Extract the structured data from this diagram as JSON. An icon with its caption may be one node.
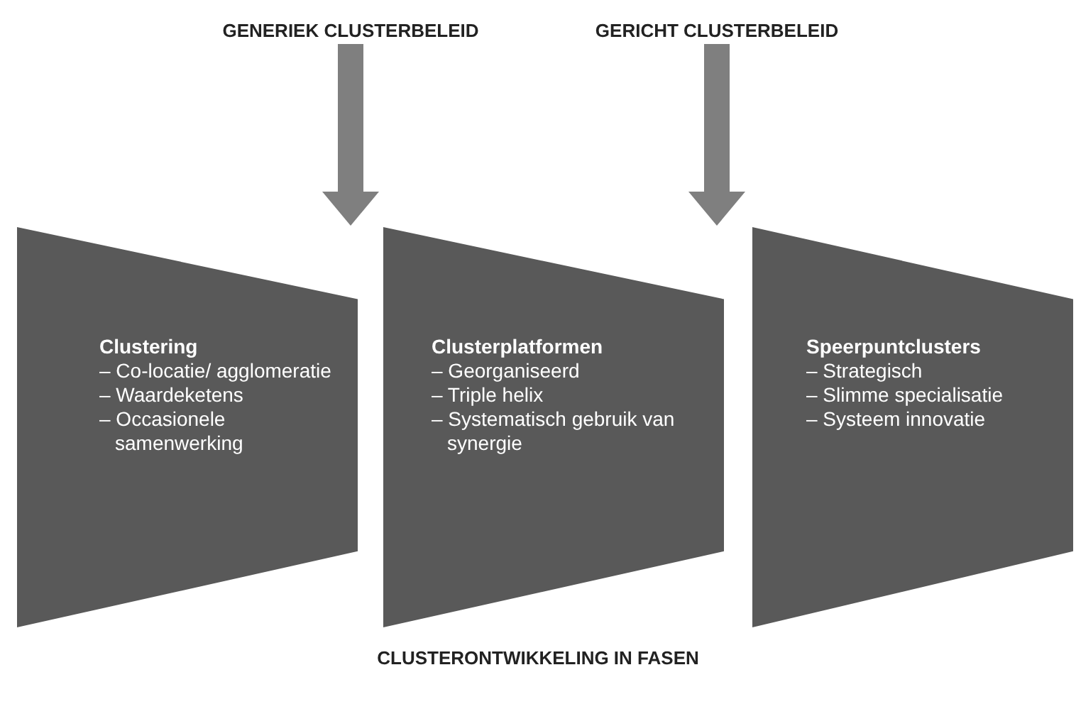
{
  "diagram": {
    "caption": "CLUSTERONTWIKKELING IN FASEN",
    "nodes": [
      {
        "text": [
          "GENERIEK CLUSTERBELEID"
        ]
      },
      {
        "text": [
          "GERICHT CLUSTERBELEID"
        ]
      },
      {
        "text": [
          "Clustering",
          "– Co-locatie/ agglomeratie",
          "– Waardeketens",
          "– Occasionele samenwerking"
        ]
      },
      {
        "text": [
          "Clusterplatformen",
          "– Georganiseerd",
          "– Triple helix",
          "– Systematisch gebruik van synergie"
        ]
      },
      {
        "text": [
          "Speerpuntclusters",
          "– Strategisch",
          "– Slimme specialisatie",
          "– Systeem innovatie"
        ]
      }
    ],
    "edges": [
      {
        "from": 0,
        "to": 2,
        "arrow": "to"
      },
      {
        "from": 1,
        "to": 3,
        "arrow": "to"
      }
    ]
  }
}
